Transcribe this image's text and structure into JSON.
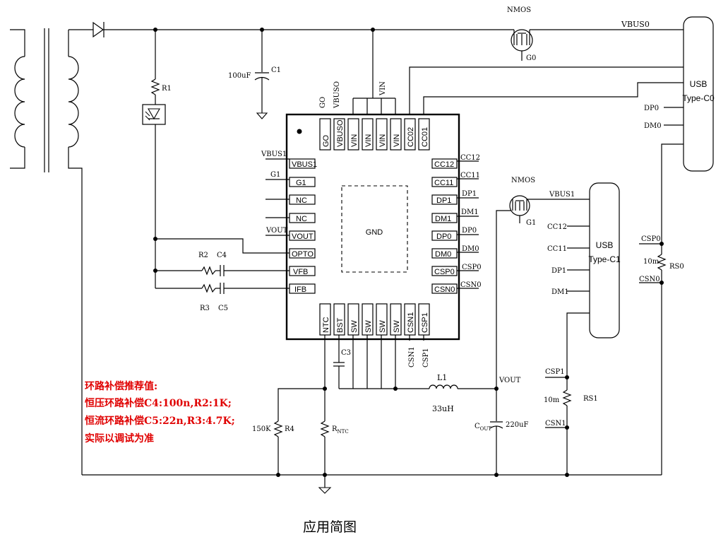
{
  "ic": {
    "center_label": "GND",
    "top_pins": [
      "GO",
      "VBUSO",
      "VIN",
      "VIN",
      "VIN",
      "VIN",
      "CC02",
      "CC01"
    ],
    "left_pins": [
      "VBUS1",
      "G1",
      "NC",
      "NC",
      "VOUT",
      "OPTO",
      "VFB",
      "IFB"
    ],
    "right_pins": [
      "CC12",
      "CC11",
      "DP1",
      "DM1",
      "DP0",
      "DM0",
      "CSP0",
      "CSN0"
    ],
    "bottom_pins": [
      "NTC",
      "BST",
      "SW",
      "SW",
      "SW",
      "SW",
      "CSN1",
      "CSP1"
    ]
  },
  "net_labels": {
    "top_go": "GO",
    "top_vbuso": "VBUSO",
    "top_vin": "VIN",
    "left": [
      "VBUS1",
      "G1",
      "VOUT"
    ],
    "right": [
      "CC12",
      "CC11",
      "DP1",
      "DM1",
      "DP0",
      "DM0",
      "CSP0",
      "CSN0"
    ],
    "bottom_csn1": "CSN1",
    "bottom_csp1": "CSP1",
    "vbus0_line": "VBUS0",
    "vbus1_line": "VBUS1",
    "vout_node": "VOUT",
    "dp0": "DP0",
    "dm0": "DM0",
    "csp0": "CSP0",
    "csn0": "CSN0",
    "c1_cc12": "CC12",
    "c1_cc11": "CC11",
    "c1_dp1": "DP1",
    "c1_dm1": "DM1",
    "csp1": "CSP1",
    "csn1": "CSN1"
  },
  "components": {
    "nmos_top": "NMOS",
    "nmos_top_gate": "G0",
    "nmos_mid": "NMOS",
    "nmos_mid_gate": "G1",
    "r1": "R1",
    "c1": "C1",
    "c1_value": "100uF",
    "r2": "R2",
    "c4": "C4",
    "r3": "R3",
    "c5": "C5",
    "c3": "C3",
    "l1": "L1",
    "l1_value": "33uH",
    "cout_main": "C",
    "cout_sub": "OUT",
    "cout_value": "220uF",
    "r4": "R4",
    "r4_value": "150K",
    "rntc_main": "R",
    "rntc_sub": "NTC",
    "rs0": "RS0",
    "rs0_value": "10m",
    "rs1": "RS1",
    "rs1_value": "10m"
  },
  "connectors": {
    "usb_c0": [
      "USB",
      "Type-C0"
    ],
    "usb_c1": [
      "USB",
      "Type-C1"
    ]
  },
  "note": {
    "lines": [
      "环路补偿推荐值:",
      "恒压环路补偿C4:100n,R2:1K;",
      "恒流环路补偿C5:22n,R3:4.7K;",
      "实际以调试为准"
    ],
    "color": "#e00000"
  },
  "caption": "应用简图"
}
